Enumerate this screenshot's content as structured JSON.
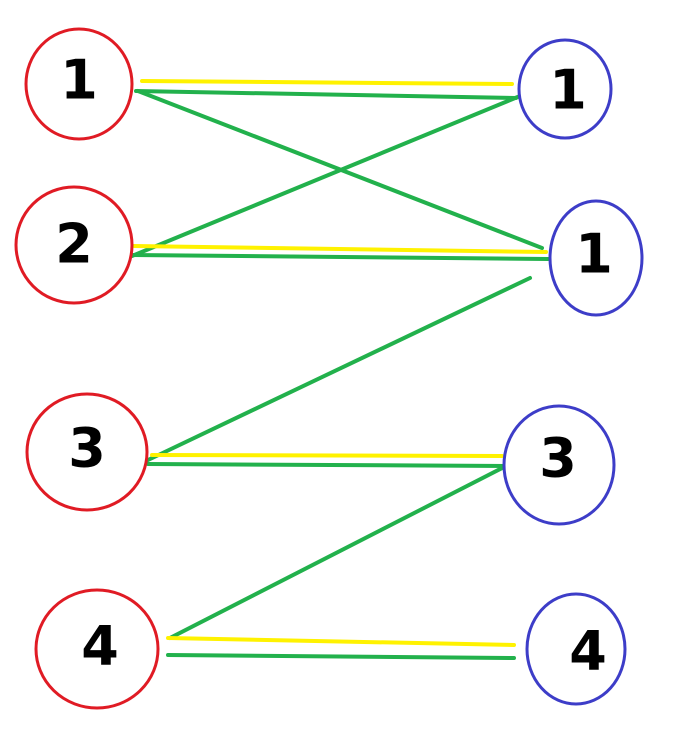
{
  "colors": {
    "background": "#ffffff",
    "left_node_stroke": "#e01b24",
    "right_node_stroke": "#3d3dc8",
    "edge_yellow": "#fff200",
    "edge_green": "#22b14c",
    "label": "#000000"
  },
  "left_nodes": [
    {
      "id": "L1",
      "label": "1"
    },
    {
      "id": "L2",
      "label": "2"
    },
    {
      "id": "L3",
      "label": "3"
    },
    {
      "id": "L4",
      "label": "4"
    }
  ],
  "right_nodes": [
    {
      "id": "R1",
      "label": "1"
    },
    {
      "id": "R2",
      "label": "1"
    },
    {
      "id": "R3",
      "label": "3"
    },
    {
      "id": "R4",
      "label": "4"
    }
  ],
  "edges": [
    {
      "from": "L1",
      "to": "R1",
      "color": "yellow"
    },
    {
      "from": "L1",
      "to": "R1",
      "color": "green"
    },
    {
      "from": "L1",
      "to": "R2",
      "color": "green"
    },
    {
      "from": "L2",
      "to": "R1",
      "color": "green"
    },
    {
      "from": "L2",
      "to": "R2",
      "color": "yellow"
    },
    {
      "from": "L2",
      "to": "R2",
      "color": "green"
    },
    {
      "from": "L3",
      "to": "R2",
      "color": "green"
    },
    {
      "from": "L3",
      "to": "R3",
      "color": "yellow"
    },
    {
      "from": "L3",
      "to": "R3",
      "color": "green"
    },
    {
      "from": "L4",
      "to": "R3",
      "color": "green"
    },
    {
      "from": "L4",
      "to": "R4",
      "color": "yellow"
    },
    {
      "from": "L4",
      "to": "R4",
      "color": "green"
    }
  ]
}
